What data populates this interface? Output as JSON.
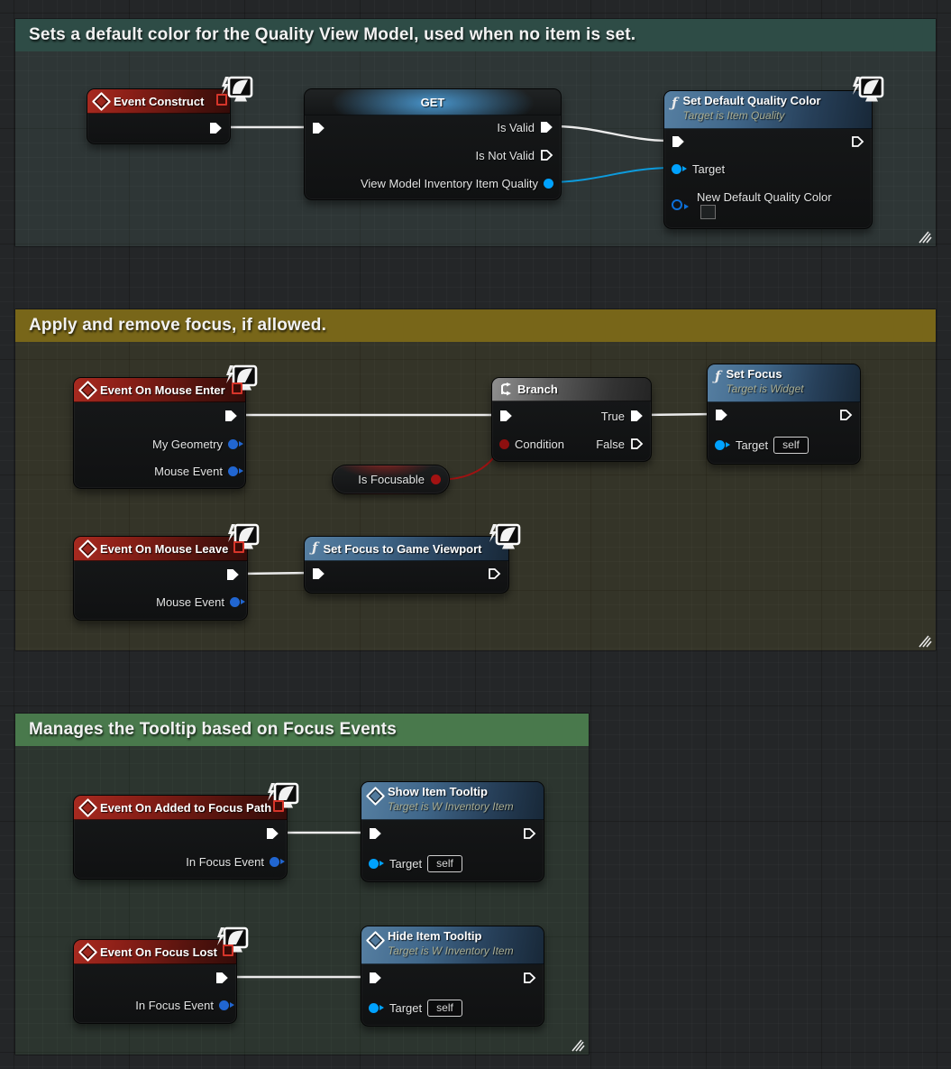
{
  "comments": [
    {
      "title": "Sets a default color for the Quality View Model, used when no item is set.",
      "header_color": "#2e4c46",
      "body_tint": "rgba(90,120,112,0.20)"
    },
    {
      "title": "Apply and remove focus, if allowed.",
      "header_color": "#786619",
      "body_tint": "rgba(130,115,45,0.18)"
    },
    {
      "title": "Manages the Tooltip based on Focus Events",
      "header_color": "#49794c",
      "body_tint": "rgba(90,135,90,0.16)"
    }
  ],
  "nodes": {
    "event_construct": {
      "title": "Event Construct"
    },
    "get": {
      "title": "GET",
      "is_valid": "Is Valid",
      "is_not_valid": "Is Not Valid",
      "view_model": "View Model Inventory Item Quality"
    },
    "set_default_quality_color": {
      "title": "Set Default Quality Color",
      "subtitle": "Target is Item Quality",
      "target": "Target",
      "new_color": "New Default Quality Color"
    },
    "event_on_mouse_enter": {
      "title": "Event On Mouse Enter",
      "my_geometry": "My Geometry",
      "mouse_event": "Mouse Event"
    },
    "branch": {
      "title": "Branch",
      "condition": "Condition",
      "true_label": "True",
      "false_label": "False"
    },
    "is_focusable": {
      "title": "Is Focusable"
    },
    "set_focus": {
      "title": "Set Focus",
      "subtitle": "Target is Widget",
      "target": "Target",
      "target_value": "self"
    },
    "event_on_mouse_leave": {
      "title": "Event On Mouse Leave",
      "mouse_event": "Mouse Event"
    },
    "set_focus_to_game_viewport": {
      "title": "Set Focus to Game Viewport"
    },
    "event_on_added_to_focus_path": {
      "title": "Event On Added to Focus Path",
      "in_focus_event": "In Focus Event"
    },
    "show_item_tooltip": {
      "title": "Show Item Tooltip",
      "subtitle": "Target is W Inventory Item",
      "target": "Target",
      "target_value": "self"
    },
    "event_on_focus_lost": {
      "title": "Event On Focus Lost",
      "in_focus_event": "In Focus Event"
    },
    "hide_item_tooltip": {
      "title": "Hide Item Tooltip",
      "subtitle": "Target is W Inventory Item",
      "target": "Target",
      "target_value": "self"
    }
  },
  "colors": {
    "exec_wire": "#ececec",
    "object_pin": "#00a2ff",
    "struct_pin": "#2166d1",
    "bool_pin": "#8e0f0f",
    "event_header": "#a82a20",
    "function_header": "#40678a"
  }
}
